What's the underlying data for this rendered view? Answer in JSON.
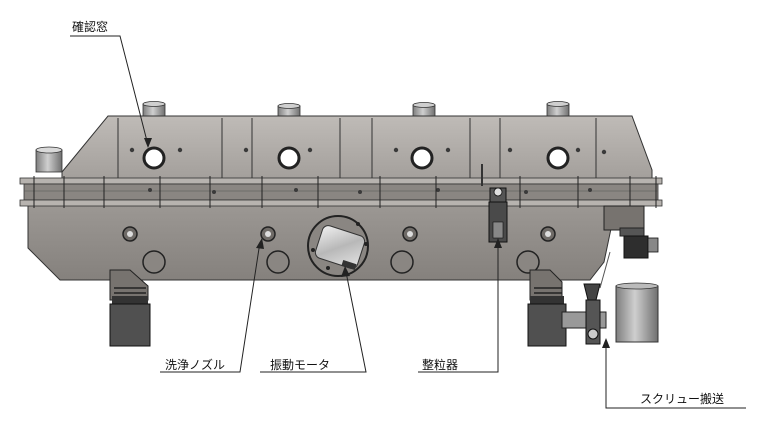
{
  "labels": {
    "window": "確認窓",
    "nozzle": "洗浄ノズル",
    "motor": "振動モータ",
    "granulator": "整粒器",
    "screw": "スクリュー搬送"
  },
  "colors": {
    "body_fill": "#8e8a86",
    "top_fill": "#aaa6a2",
    "dark_part": "#4a4a4a",
    "leader_line": "#222222"
  }
}
